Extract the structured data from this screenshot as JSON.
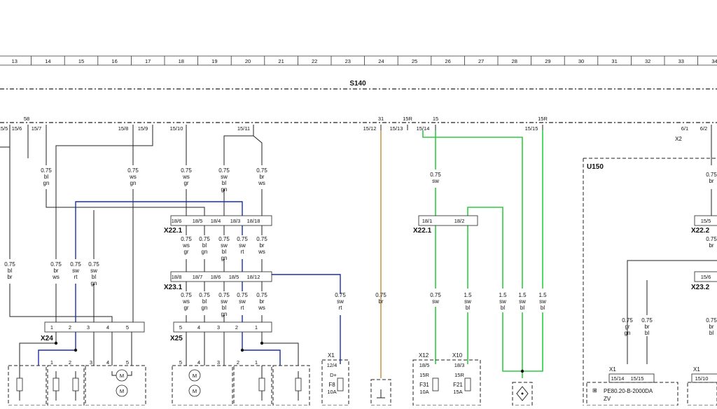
{
  "ruler": {
    "cells": [
      "13",
      "14",
      "15",
      "16",
      "17",
      "18",
      "19",
      "20",
      "21",
      "22",
      "23",
      "24",
      "25",
      "26",
      "27",
      "28",
      "29",
      "30",
      "31",
      "32",
      "33",
      "34"
    ]
  },
  "module": {
    "title": "S140"
  },
  "top_terminals": [
    {
      "t": "58"
    },
    {
      "t": "31"
    },
    {
      "t": "15R"
    },
    {
      "t": "15"
    },
    {
      "t": "15R"
    }
  ],
  "top_pins": [
    "15/5",
    "15/6",
    "15/7",
    "15/8",
    "15/9",
    "15/10",
    "15/11",
    "15/12",
    "15/13",
    "15/14",
    "15/15",
    "6/1",
    "6/2"
  ],
  "labels": {
    "x2": "X2",
    "u150": "U150",
    "x24": "X24",
    "x25": "X25",
    "x1": "X1",
    "x12": "X12",
    "x10": "X10",
    "x221_left": "X22.1",
    "x231_left": "X23.1",
    "x221_mid": "X22.1",
    "x22_2": "X22.2",
    "x23_2": "X23.2",
    "x1_right": "X1",
    "x1_right2": "X1"
  },
  "wires_left": [
    {
      "a": "0.75",
      "b": "bl",
      "c": "gn"
    },
    {
      "a": "0.75",
      "b": "ws",
      "c": "gn"
    },
    {
      "a": "0.75",
      "b": "ws",
      "c": "gr"
    },
    {
      "a": "0.75",
      "b": "sw",
      "c": "bl",
      "d": "gn"
    },
    {
      "a": "0.75",
      "b": "br",
      "c": "ws"
    }
  ],
  "wires_mid": [
    {
      "a": "0.75",
      "b": "ws",
      "c": "gr"
    },
    {
      "a": "0.75",
      "b": "bl",
      "c": "gn"
    },
    {
      "a": "0.75",
      "b": "sw",
      "c": "bl",
      "d": "gn"
    },
    {
      "a": "0.75",
      "b": "sw",
      "c": "rt"
    },
    {
      "a": "0.75",
      "b": "br",
      "c": "ws"
    }
  ],
  "wires_low_left": [
    {
      "a": "0.75",
      "b": "bl",
      "c": "br"
    },
    {
      "a": "0.75",
      "b": "br",
      "c": "ws"
    },
    {
      "a": "0.75",
      "b": "sw",
      "c": "rt"
    },
    {
      "a": "0.75",
      "b": "sw",
      "c": "bl",
      "d": "gn"
    }
  ],
  "wires_low_mid": [
    {
      "a": "0.75",
      "b": "ws",
      "c": "gr"
    },
    {
      "a": "0.75",
      "b": "bl",
      "c": "gn"
    },
    {
      "a": "0.75",
      "b": "sw",
      "c": "bl",
      "d": "gn"
    },
    {
      "a": "0.75",
      "b": "sw",
      "c": "rt"
    },
    {
      "a": "0.75",
      "b": "br",
      "c": "ws"
    }
  ],
  "wire_rt": {
    "a": "0.75",
    "b": "sw",
    "c": "rt"
  },
  "wire_br": {
    "a": "0.75",
    "b": "br"
  },
  "wire_sw1": {
    "a": "0.75",
    "b": "sw"
  },
  "wire_sw2": {
    "a": "0.75",
    "b": "sw"
  },
  "wire_15a": {
    "a": "1.5",
    "b": "sw",
    "c": "bl"
  },
  "wire_15b": {
    "a": "1.5",
    "b": "sw",
    "c": "bl"
  },
  "wire_15c": {
    "a": "1.5",
    "b": "sw",
    "c": "bl"
  },
  "wire_15d": {
    "a": "1.5",
    "b": "sw",
    "c": "bl"
  },
  "wires_right": [
    {
      "a": "0.75",
      "b": "gr",
      "c": "gn"
    },
    {
      "a": "0.75",
      "b": "br",
      "c": "bl"
    },
    {
      "a": "0.75",
      "b": "br",
      "c": "bl"
    }
  ],
  "wire_right_edge1": {
    "a": "0.75",
    "b": "br"
  },
  "wire_right_edge2": {
    "a": "0.75",
    "b": "br"
  },
  "conn_x221_left": [
    "18/6",
    "18/5",
    "18/4",
    "18/3",
    "18/18"
  ],
  "conn_x231_left": [
    "18/8",
    "18/7",
    "18/6",
    "18/5",
    "18/12"
  ],
  "conn_x221_mid": [
    "18/1",
    "18/2"
  ],
  "conn_x22_2": [
    "15/5"
  ],
  "conn_x23_2": [
    "15/6"
  ],
  "conn_x24": [
    "1",
    "2",
    "3",
    "4",
    "5"
  ],
  "conn_x25": [
    "5",
    "4",
    "3",
    "2",
    "1"
  ],
  "comp_left_pins": [
    "1",
    "2",
    "3",
    "4",
    "5"
  ],
  "comp_mid_pins": [
    "5",
    "4",
    "3",
    "2",
    "1"
  ],
  "fuse_f8": {
    "pin": "12/4",
    "term": "D+",
    "name": "F8",
    "amp": "10A"
  },
  "fuse_f31": {
    "pin": "18/5",
    "term": "15R",
    "name": "F31",
    "amp": "10A"
  },
  "fuse_f21": {
    "pin": "18/3",
    "term": "15R",
    "name": "F21",
    "amp": "15A"
  },
  "bottom_pins_right": [
    "15/14",
    "15/15"
  ],
  "bottom_pin_right2": "15/10",
  "part_no": {
    "line1": "PE80.20-B-2000DA",
    "line2": "ZV"
  },
  "colors": {
    "blue": "#1a2fa8",
    "green": "#2ecc40",
    "orange": "#c8882a",
    "line": "#222222"
  }
}
